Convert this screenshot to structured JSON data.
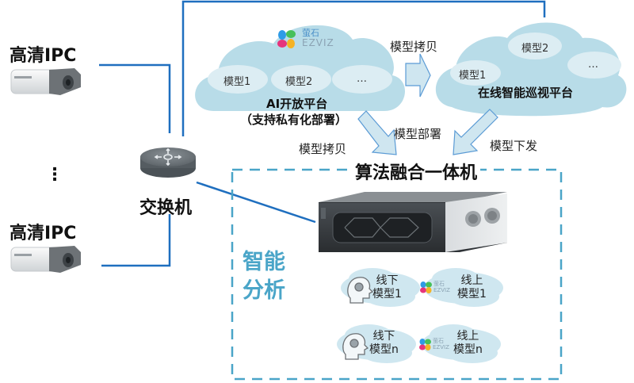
{
  "colors": {
    "line_blue": "#1f6fbf",
    "dash_teal": "#4aa5c8",
    "cloud_fill": "#b8dce8",
    "cloud_inner": "#dcedf3",
    "arrow_fill": "#cfe6f0",
    "arrow_stroke": "#5b9bd5",
    "analysis_text": "#4aa5c8"
  },
  "cameras": [
    {
      "label": "高清IPC",
      "icon": "bullet-camera-icon"
    },
    {
      "label": "高清IPC",
      "icon": "bullet-camera-icon"
    }
  ],
  "ellipsis_vertical": "⋮",
  "switch": {
    "label": "交换机",
    "icon": "network-switch-icon"
  },
  "ai_platform": {
    "brand_cn": "萤石",
    "brand_en": "EZVIZ",
    "models": [
      "模型1",
      "模型2",
      "…"
    ],
    "title": "AI开放平台",
    "subtitle": "（支持私有化部署）"
  },
  "patrol_platform": {
    "models": [
      "模型1",
      "模型2",
      "…"
    ],
    "title": "在线智能巡视平台"
  },
  "edges": {
    "copy_top": "模型拷贝",
    "copy_bottom": "模型拷贝",
    "deploy": "模型部署",
    "dispatch": "模型下发"
  },
  "appliance": {
    "title": "算法融合一体机",
    "icon": "server-appliance-icon"
  },
  "analysis": {
    "line1": "智能",
    "line2": "分析"
  },
  "model_badges": [
    {
      "type": "offline",
      "icon": "head-gear-icon",
      "line1": "线下",
      "line2": "模型1"
    },
    {
      "type": "online",
      "icon": "ezviz-logo-icon",
      "brand_cn": "萤石",
      "brand_en": "EZVIZ",
      "line1": "线上",
      "line2": "模型1"
    },
    {
      "type": "offline",
      "icon": "head-gear-icon",
      "line1": "线下",
      "line2": "模型n"
    },
    {
      "type": "online",
      "icon": "ezviz-logo-icon",
      "brand_cn": "萤石",
      "brand_en": "EZVIZ",
      "line1": "线上",
      "line2": "模型n"
    }
  ]
}
